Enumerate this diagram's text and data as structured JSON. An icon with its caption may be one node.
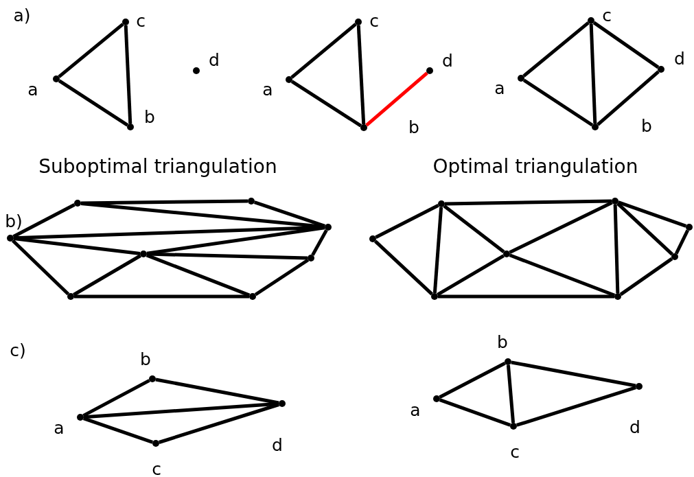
{
  "diagram": {
    "nodes": [
      {
        "text": [],
        "shape": "circle",
        "beside": [
          "a"
        ]
      },
      {
        "text": [],
        "shape": "circle",
        "beside": [
          "b"
        ]
      },
      {
        "text": [],
        "shape": "circle",
        "beside": [
          "c"
        ]
      },
      {
        "text": [],
        "shape": "circle",
        "beside": [
          "d"
        ]
      },
      {
        "text": [],
        "shape": "circle",
        "beside": [
          "a"
        ]
      },
      {
        "text": [],
        "shape": "circle",
        "beside": [
          "b"
        ]
      },
      {
        "text": [],
        "shape": "circle",
        "beside": [
          "c"
        ]
      },
      {
        "text": [],
        "shape": "circle",
        "beside": [
          "d"
        ]
      },
      {
        "text": [],
        "shape": "circle",
        "beside": [
          "a"
        ]
      },
      {
        "text": [],
        "shape": "circle",
        "beside": [
          "b"
        ]
      },
      {
        "text": [],
        "shape": "circle",
        "beside": [
          "c"
        ]
      },
      {
        "text": [],
        "shape": "circle",
        "beside": [
          "d"
        ]
      },
      {
        "text": [],
        "shape": "circle"
      },
      {
        "text": [],
        "shape": "circle"
      },
      {
        "text": [],
        "shape": "circle"
      },
      {
        "text": [],
        "shape": "circle"
      },
      {
        "text": [],
        "shape": "circle"
      },
      {
        "text": [],
        "shape": "circle"
      },
      {
        "text": [],
        "shape": "circle"
      },
      {
        "text": [],
        "shape": "circle"
      },
      {
        "text": [],
        "shape": "circle"
      },
      {
        "text": [],
        "shape": "circle"
      },
      {
        "text": [],
        "shape": "circle"
      },
      {
        "text": [],
        "shape": "circle"
      },
      {
        "text": [],
        "shape": "circle"
      },
      {
        "text": [],
        "shape": "circle"
      },
      {
        "text": [],
        "shape": "circle"
      },
      {
        "text": [],
        "shape": "circle"
      },
      {
        "text": [],
        "shape": "circle",
        "beside": [
          "a"
        ]
      },
      {
        "text": [],
        "shape": "circle",
        "beside": [
          "b"
        ]
      },
      {
        "text": [],
        "shape": "circle",
        "beside": [
          "c"
        ]
      },
      {
        "text": [],
        "shape": "circle",
        "beside": [
          "d"
        ]
      },
      {
        "text": [],
        "shape": "circle",
        "beside": [
          "a"
        ]
      },
      {
        "text": [],
        "shape": "circle",
        "beside": [
          "b"
        ]
      },
      {
        "text": [],
        "shape": "circle",
        "beside": [
          "c"
        ]
      },
      {
        "text": [],
        "shape": "circle",
        "beside": [
          "d"
        ]
      }
    ],
    "edges": [
      {
        "from": 0,
        "to": 2,
        "arrow": "none"
      },
      {
        "from": 2,
        "to": 1,
        "arrow": "none"
      },
      {
        "from": 1,
        "to": 0,
        "arrow": "none"
      },
      {
        "from": 4,
        "to": 6,
        "arrow": "none"
      },
      {
        "from": 6,
        "to": 5,
        "arrow": "none"
      },
      {
        "from": 5,
        "to": 4,
        "arrow": "none"
      },
      {
        "from": 5,
        "to": 7,
        "arrow": "none",
        "color": "#ff0000"
      },
      {
        "from": 8,
        "to": 10,
        "arrow": "none"
      },
      {
        "from": 10,
        "to": 11,
        "arrow": "none"
      },
      {
        "from": 11,
        "to": 9,
        "arrow": "none"
      },
      {
        "from": 9,
        "to": 8,
        "arrow": "none"
      },
      {
        "from": 10,
        "to": 9,
        "arrow": "none"
      },
      {
        "from": 12,
        "to": 13,
        "arrow": "none"
      },
      {
        "from": 13,
        "to": 14,
        "arrow": "none"
      },
      {
        "from": 14,
        "to": 15,
        "arrow": "none"
      },
      {
        "from": 15,
        "to": 16,
        "arrow": "none"
      },
      {
        "from": 16,
        "to": 17,
        "arrow": "none"
      },
      {
        "from": 17,
        "to": 18,
        "arrow": "none"
      },
      {
        "from": 18,
        "to": 12,
        "arrow": "none"
      },
      {
        "from": 13,
        "to": 15,
        "arrow": "none"
      },
      {
        "from": 12,
        "to": 15,
        "arrow": "none"
      },
      {
        "from": 12,
        "to": 19,
        "arrow": "none"
      },
      {
        "from": 19,
        "to": 15,
        "arrow": "none"
      },
      {
        "from": 19,
        "to": 16,
        "arrow": "none"
      },
      {
        "from": 19,
        "to": 18,
        "arrow": "none"
      },
      {
        "from": 19,
        "to": 17,
        "arrow": "none"
      },
      {
        "from": 20,
        "to": 21,
        "arrow": "none"
      },
      {
        "from": 21,
        "to": 22,
        "arrow": "none"
      },
      {
        "from": 22,
        "to": 23,
        "arrow": "none"
      },
      {
        "from": 23,
        "to": 24,
        "arrow": "none"
      },
      {
        "from": 24,
        "to": 25,
        "arrow": "none"
      },
      {
        "from": 25,
        "to": 26,
        "arrow": "none"
      },
      {
        "from": 26,
        "to": 20,
        "arrow": "none"
      },
      {
        "from": 21,
        "to": 26,
        "arrow": "none"
      },
      {
        "from": 21,
        "to": 27,
        "arrow": "none"
      },
      {
        "from": 27,
        "to": 22,
        "arrow": "none"
      },
      {
        "from": 27,
        "to": 26,
        "arrow": "none"
      },
      {
        "from": 27,
        "to": 25,
        "arrow": "none"
      },
      {
        "from": 22,
        "to": 25,
        "arrow": "none"
      },
      {
        "from": 22,
        "to": 24,
        "arrow": "none"
      },
      {
        "from": 28,
        "to": 29,
        "arrow": "none"
      },
      {
        "from": 29,
        "to": 31,
        "arrow": "none"
      },
      {
        "from": 31,
        "to": 30,
        "arrow": "none"
      },
      {
        "from": 30,
        "to": 28,
        "arrow": "none"
      },
      {
        "from": 28,
        "to": 31,
        "arrow": "none"
      },
      {
        "from": 32,
        "to": 33,
        "arrow": "none"
      },
      {
        "from": 33,
        "to": 35,
        "arrow": "none"
      },
      {
        "from": 35,
        "to": 34,
        "arrow": "none"
      },
      {
        "from": 34,
        "to": 32,
        "arrow": "none"
      },
      {
        "from": 33,
        "to": 34,
        "arrow": "none"
      }
    ],
    "labels": [
      "a)",
      "Suboptimal triangulation",
      "Optimal triangulation",
      "b)",
      "c)"
    ]
  }
}
